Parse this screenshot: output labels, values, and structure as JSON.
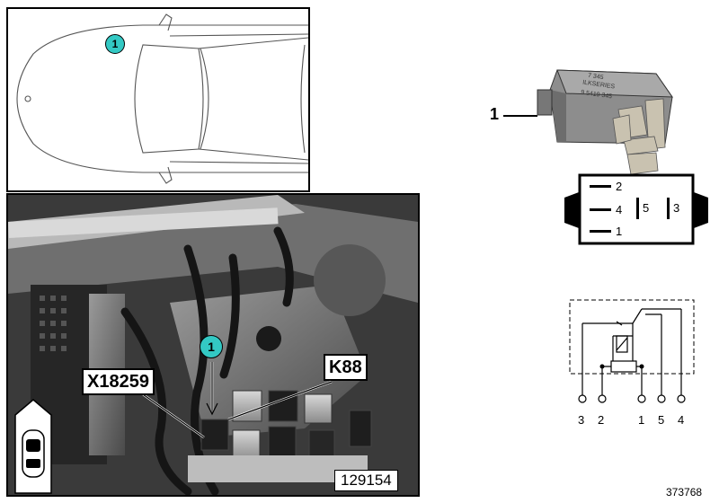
{
  "car_view": {
    "position_marker": "1"
  },
  "photo": {
    "position_marker": "1",
    "label_left": "X18259",
    "label_right": "K88",
    "photo_number": "129154"
  },
  "relay": {
    "position_number": "1",
    "housing_text_line1": "7 345",
    "housing_text_line2": "ILKSERIES",
    "housing_text_line3": "9 5419 345"
  },
  "pinout": {
    "pins": [
      "2",
      "4",
      "5",
      "3",
      "1"
    ]
  },
  "schematic": {
    "terminals": [
      "3",
      "2",
      "1",
      "5",
      "4"
    ]
  },
  "diagram_number": "373768"
}
